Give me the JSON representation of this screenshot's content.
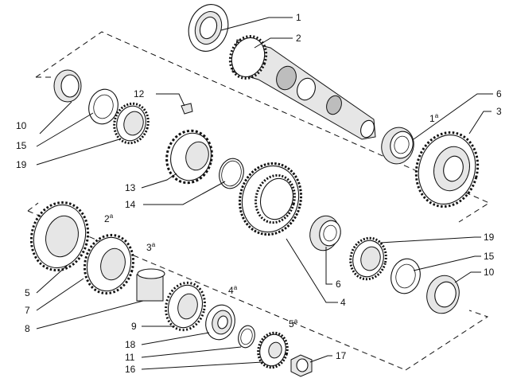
{
  "callouts": {
    "c1": "1",
    "c2": "2",
    "c3": "3",
    "c4": "4",
    "c5": "5",
    "c6a": "6",
    "c6b": "6",
    "c7": "7",
    "c8": "8",
    "c9": "9",
    "c10a": "10",
    "c10b": "10",
    "c11": "11",
    "c12": "12",
    "c13": "13",
    "c14": "14",
    "c15a": "15",
    "c15b": "15",
    "c16": "16",
    "c17": "17",
    "c18": "18",
    "c19a": "19",
    "c19b": "19"
  },
  "gear_marks": {
    "g1": {
      "num": "1",
      "sup": "a"
    },
    "g2": {
      "num": "2",
      "sup": "a"
    },
    "g3": {
      "num": "3",
      "sup": "a"
    },
    "g4": {
      "num": "4",
      "sup": "a"
    },
    "g5": {
      "num": "5",
      "sup": "a"
    }
  }
}
